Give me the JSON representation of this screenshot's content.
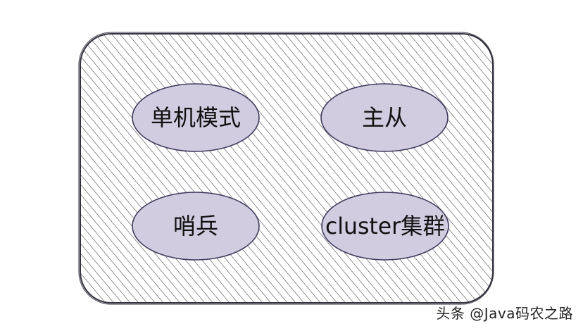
{
  "nodes": [
    {
      "id": "standalone",
      "label": "单机模式"
    },
    {
      "id": "master-slave",
      "label": "主从"
    },
    {
      "id": "sentinel",
      "label": "哨兵"
    },
    {
      "id": "cluster",
      "label": "cluster集群"
    }
  ],
  "watermark": "头条 @Java码农之路",
  "colors": {
    "node_fill": "#d1cce0",
    "node_stroke": "#3e3a5c",
    "container_stroke": "#333340",
    "hatch": "#3b3b44"
  }
}
